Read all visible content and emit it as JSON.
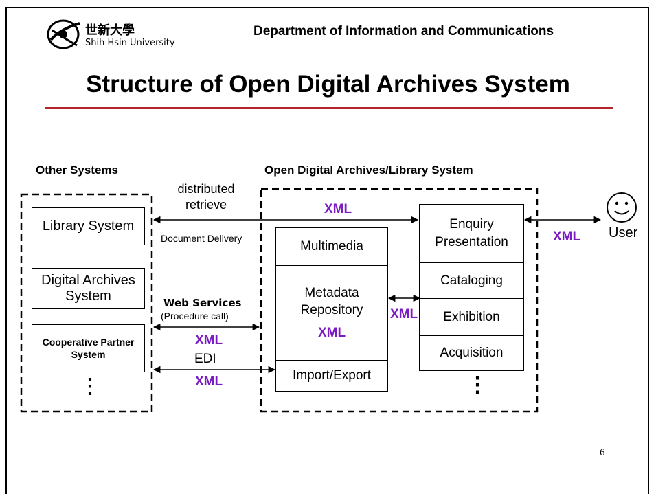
{
  "header": {
    "logo_cn": "世新大學",
    "logo_en": "Shih Hsin University",
    "department": "Department of Information and Communications"
  },
  "slide": {
    "title": "Structure of Open Digital Archives System",
    "page_number": "6"
  },
  "other_systems": {
    "heading": "Other Systems",
    "library": "Library System",
    "digital_archives": "Digital Archives System",
    "cooperative": "Cooperative Partner System",
    "more": "⋮"
  },
  "odals": {
    "heading": "Open Digital Archives/Library System",
    "left_column": {
      "multimedia": "Multimedia",
      "metadata": "Metadata Repository",
      "metadata_xml": "XML",
      "import_export": "Import/Export"
    },
    "right_column": {
      "enquiry": "Enquiry Presentation",
      "cataloging": "Cataloging",
      "exhibition": "Exhibition",
      "acquisition": "Acquisition",
      "more": "⋮"
    }
  },
  "connections": {
    "distributed": "distributed retrieve",
    "top_xml": "XML",
    "document_delivery": "Document Delivery",
    "web_services": "Web Services",
    "procedure_call": "(Procedure call)",
    "ws_xml": "XML",
    "edi": "EDI",
    "edi_xml": "XML",
    "internal_xml": "XML",
    "user_xml": "XML"
  },
  "user": {
    "label": "User"
  },
  "colors": {
    "xml": "#7a1cc4",
    "rule": "#b5262c"
  }
}
